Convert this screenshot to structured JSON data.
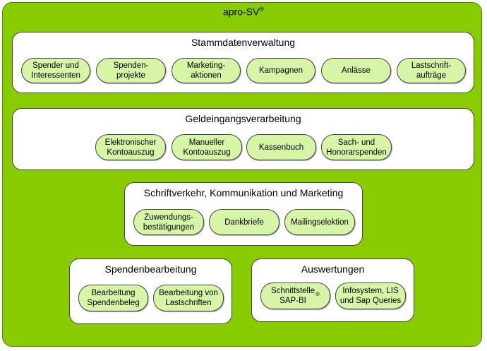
{
  "title": "apro-SV",
  "title_mark": "®",
  "colors": {
    "outer": "#88cc00",
    "pill": "#d6f5a6",
    "group": "#ffffff",
    "border": "#444444"
  },
  "groups": {
    "stamm": {
      "title": "Stammdatenverwaltung",
      "items": [
        "Spender und\nInteressenten",
        "Spenden-\nprojekte",
        "Marketing-\naktionen",
        "Kampagnen",
        "Anlässe",
        "Lastschrift-\naufträge"
      ]
    },
    "geld": {
      "title": "Geldeingangsverarbeitung",
      "items": [
        "Elektronischer\nKontoauszug",
        "Manueller\nKontoauszug",
        "Kassenbuch",
        "Sach- und\nHonorarspenden"
      ]
    },
    "schrift": {
      "title": "Schriftverkehr, Kommunikation und Marketing",
      "items": [
        "Zuwendungs-\nbestätigungen",
        "Dankbriefe",
        "Mailingselektion"
      ]
    },
    "spenden": {
      "title": "Spendenbearbeitung",
      "items": [
        "Bearbeitung\nSpendenbeleg",
        "Bearbeitung von\nLastschriften"
      ]
    },
    "auswert": {
      "title": "Auswertungen",
      "items": [
        "Schnittstelle\nSAP-BI",
        "Infosystem, LIS\nund Sap Queries"
      ],
      "item_mark": "®"
    }
  }
}
